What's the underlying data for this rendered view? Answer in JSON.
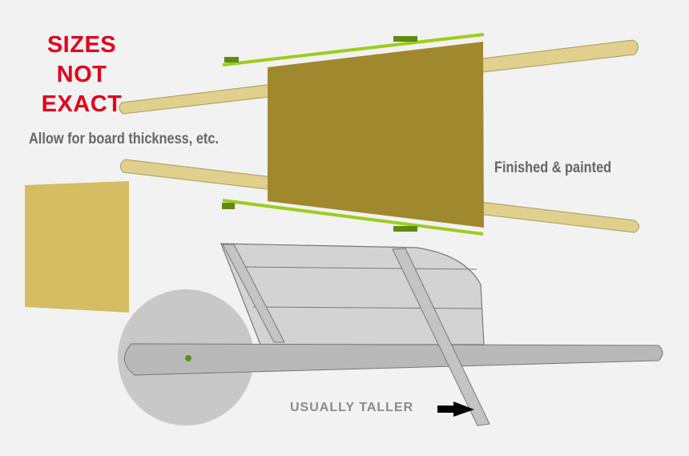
{
  "labels": {
    "warning_line1": "SIZES",
    "warning_line2": "NOT",
    "warning_line3": "EXACT",
    "allow_note": "Allow for board thickness, etc.",
    "finished_note": "Finished & painted",
    "taller_note": "USUALLY TALLER"
  },
  "colors": {
    "background": "#f2f2f2",
    "warning_text": "#e3001b",
    "handle_wood": "#e0d08e",
    "painted_bed": "#a0882e",
    "unpainted_board": "#d4bd62",
    "side_rail": "#9fcc1d",
    "bracket": "#5e8a14",
    "wheel": "#c8c8c8",
    "body_grey": "#d3d3d3"
  }
}
